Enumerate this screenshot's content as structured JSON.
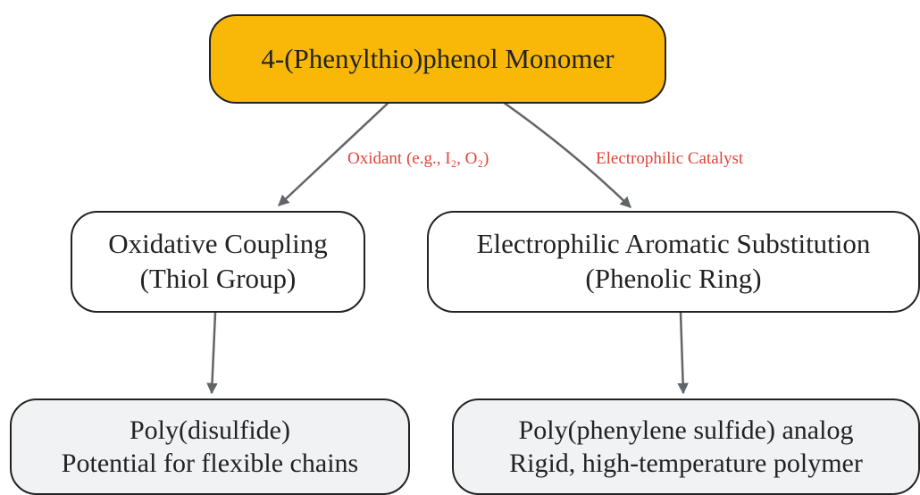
{
  "nodes": {
    "root": {
      "label": "4-(Phenylthio)phenol Monomer",
      "color": "#f9b808"
    },
    "left_step": {
      "line1": "Oxidative Coupling",
      "line2": "(Thiol Group)"
    },
    "right_step": {
      "line1": "Electrophilic Aromatic Substitution",
      "line2": "(Phenolic Ring)"
    },
    "left_product": {
      "line1": "Poly(disulfide)",
      "line2": "Potential for flexible chains",
      "color": "#f1f2f4"
    },
    "right_product": {
      "line1": "Poly(phenylene sulfide) analog",
      "line2": "Rigid, high-temperature polymer",
      "color": "#f1f2f4"
    }
  },
  "edges": {
    "root_to_left": {
      "label": "Oxidant (e.g., I₂, O₂)"
    },
    "root_to_right": {
      "label": "Electrophilic Catalyst"
    },
    "label_color": "#e0443a",
    "line_color": "#616469"
  }
}
